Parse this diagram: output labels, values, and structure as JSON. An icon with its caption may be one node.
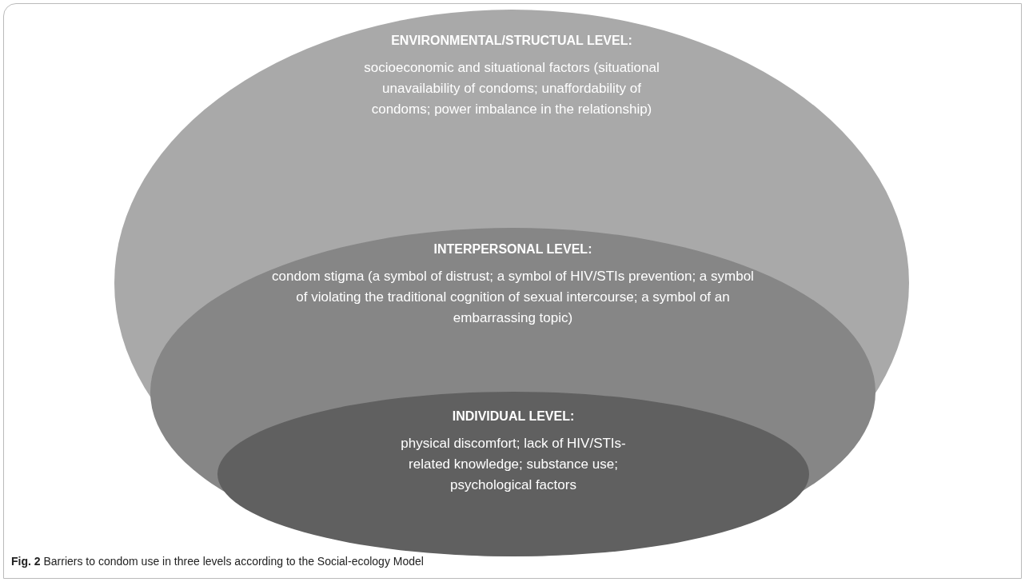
{
  "diagram": {
    "caption": "**Fig. 2** Barriers to condom use in three levels according to the Social-ecology Model",
    "nodes": [
      {
        "text": [
          "ENVIRONMENTAL/STRUCTUAL LEVEL:",
          "socioeconomic and situational factors (situational unavailability of condoms; unaffordability of condoms; power imbalance in the relationship)"
        ]
      },
      {
        "text": [
          "INTERPERSONAL LEVEL:",
          "condom stigma (a symbol of distrust; a symbol of HIV/STIs prevention; a symbol of violating the traditional cognition of sexual intercourse; a symbol of an embarrassing topic)"
        ],
        "in": 0
      },
      {
        "text": [
          "INDIVIDUAL LEVEL:",
          "physical discomfort; lack of HIV/STIs-related knowledge; substance use; psychological factors"
        ],
        "in": 1
      }
    ],
    "edges": []
  }
}
